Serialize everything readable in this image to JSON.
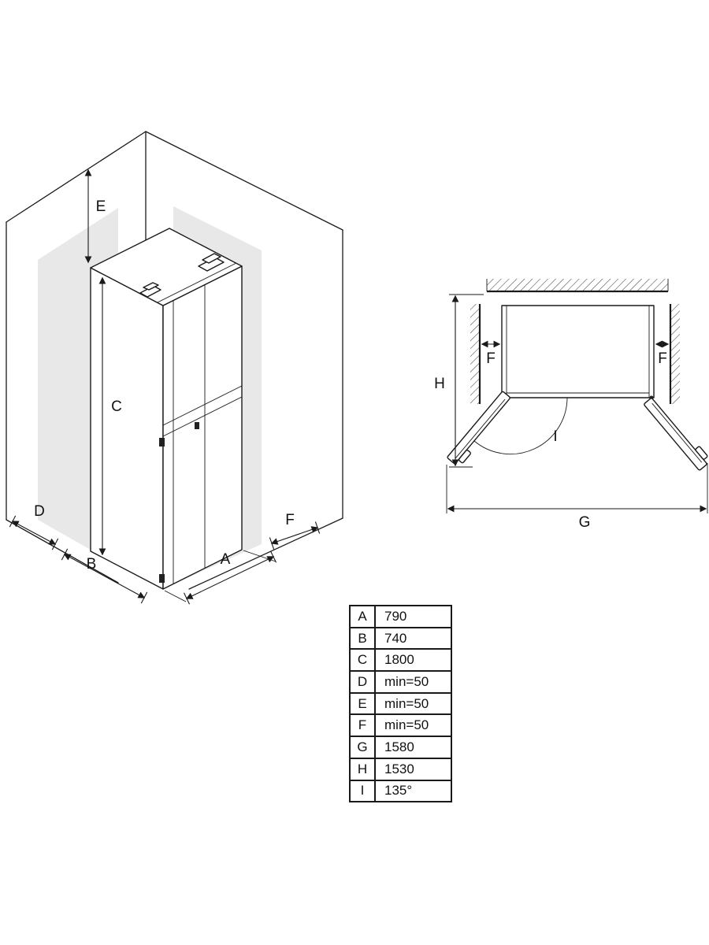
{
  "iso": {
    "labels": {
      "e": "E",
      "c": "C",
      "d": "D",
      "b": "B",
      "a": "A",
      "f": "F"
    }
  },
  "plan": {
    "labels": {
      "f_left": "F",
      "f_right": "F",
      "h": "H",
      "i": "I",
      "g": "G"
    }
  },
  "table": {
    "rows": [
      {
        "key": "A",
        "value": "790"
      },
      {
        "key": "B",
        "value": "740"
      },
      {
        "key": "C",
        "value": "1800"
      },
      {
        "key": "D",
        "value": "min=50"
      },
      {
        "key": "E",
        "value": "min=50"
      },
      {
        "key": "F",
        "value": "min=50"
      },
      {
        "key": "G",
        "value": "1580"
      },
      {
        "key": "H",
        "value": "1530"
      },
      {
        "key": "I",
        "value": "135°"
      }
    ]
  },
  "colors": {
    "line": "#1a1a1a",
    "panel": "#e8e8e8",
    "background": "#ffffff"
  }
}
